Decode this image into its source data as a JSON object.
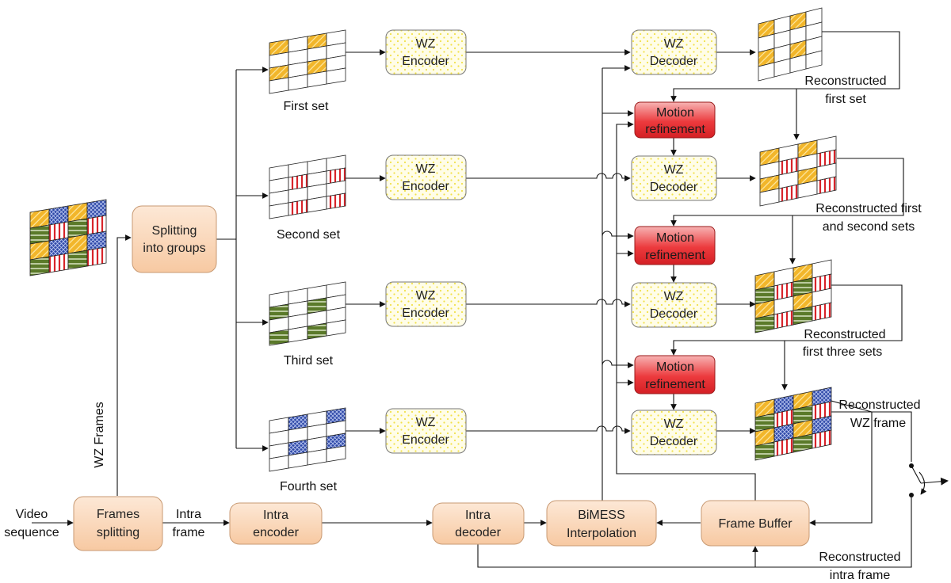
{
  "colors": {
    "orange_fill": "#fbd9bc",
    "orange_stroke": "#c89a73",
    "red_fill": "#e8262b",
    "red_light": "#f5a3a3",
    "wz_fill": "#fffde8",
    "wz_dot": "#f2e14a",
    "tile_yellow": "#f2b62a",
    "tile_blue": "#2f49a8",
    "tile_green": "#5b7a2a",
    "tile_red": "#d8242a"
  },
  "sets": {
    "first": "First set",
    "second": "Second set",
    "third": "Third set",
    "fourth": "Fourth set"
  },
  "blocks": {
    "splitting_groups": [
      "Splitting",
      "into groups"
    ],
    "frames_splitting": [
      "Frames",
      "splitting"
    ],
    "intra_encoder": [
      "Intra",
      "encoder"
    ],
    "intra_decoder": [
      "Intra",
      "decoder"
    ],
    "bimess": [
      "BiMESS",
      "Interpolation"
    ],
    "frame_buffer": [
      "Frame Buffer"
    ],
    "wz_encoder": [
      "WZ",
      "Encoder"
    ],
    "wz_decoder": [
      "WZ",
      "Decoder"
    ],
    "motion_refinement": [
      "Motion",
      "refinement"
    ]
  },
  "labels": {
    "wz_frames": "WZ Frames",
    "video_sequence": [
      "Video",
      "sequence"
    ],
    "intra_frame": [
      "Intra",
      "frame"
    ],
    "reconstructed_first": [
      "Reconstructed",
      "first set"
    ],
    "reconstructed_first_second": [
      "Reconstructed first",
      "and second sets"
    ],
    "reconstructed_first_three": [
      "Reconstructed",
      "first three sets"
    ],
    "reconstructed_wz": [
      "Reconstructed",
      "WZ frame"
    ],
    "reconstructed_intra": [
      "Reconstructed",
      "intra frame"
    ]
  }
}
